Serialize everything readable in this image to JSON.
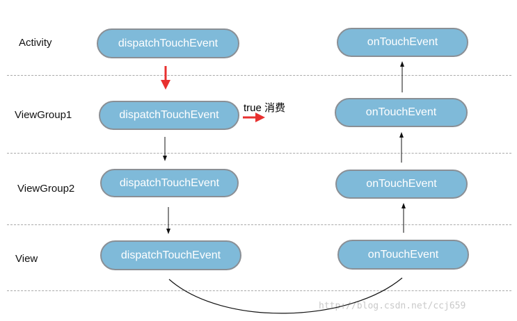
{
  "rows": [
    {
      "label": "Activity",
      "dispatch": "dispatchTouchEvent",
      "ontouch": "onTouchEvent"
    },
    {
      "label": "ViewGroup1",
      "dispatch": "dispatchTouchEvent",
      "ontouch": "onTouchEvent"
    },
    {
      "label": "ViewGroup2",
      "dispatch": "dispatchTouchEvent",
      "ontouch": "onTouchEvent"
    },
    {
      "label": "View",
      "dispatch": "dispatchTouchEvent",
      "ontouch": "onTouchEvent"
    }
  ],
  "consume_note": "true 消费",
  "watermark": "http://blog.csdn.net/ccj659",
  "colors": {
    "pill_fill": "#7fbad9",
    "pill_border": "#8a8f95",
    "pill_text": "#ffffff",
    "highlight_arrow": "#e8302f",
    "divider": "#a9a9a9"
  }
}
